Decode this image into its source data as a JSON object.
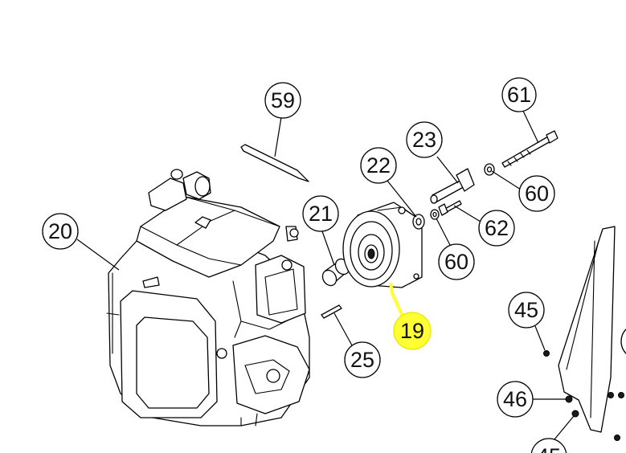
{
  "callouts": [
    {
      "id": "c59",
      "label": "59",
      "highlight": false
    },
    {
      "id": "c61",
      "label": "61",
      "highlight": false
    },
    {
      "id": "c23",
      "label": "23",
      "highlight": false
    },
    {
      "id": "c22",
      "label": "22",
      "highlight": false
    },
    {
      "id": "c21",
      "label": "21",
      "highlight": false
    },
    {
      "id": "c20",
      "label": "20",
      "highlight": false
    },
    {
      "id": "c60a",
      "label": "60",
      "highlight": false
    },
    {
      "id": "c62",
      "label": "62",
      "highlight": false
    },
    {
      "id": "c60b",
      "label": "60",
      "highlight": false
    },
    {
      "id": "c19",
      "label": "19",
      "highlight": true
    },
    {
      "id": "c45a",
      "label": "45",
      "highlight": false
    },
    {
      "id": "c25",
      "label": "25",
      "highlight": false
    },
    {
      "id": "c46",
      "label": "46",
      "highlight": false
    },
    {
      "id": "c45b",
      "label": "45",
      "highlight": false
    }
  ],
  "colors": {
    "highlight": "#ffff33",
    "line": "#000000",
    "background": "#ffffff"
  }
}
